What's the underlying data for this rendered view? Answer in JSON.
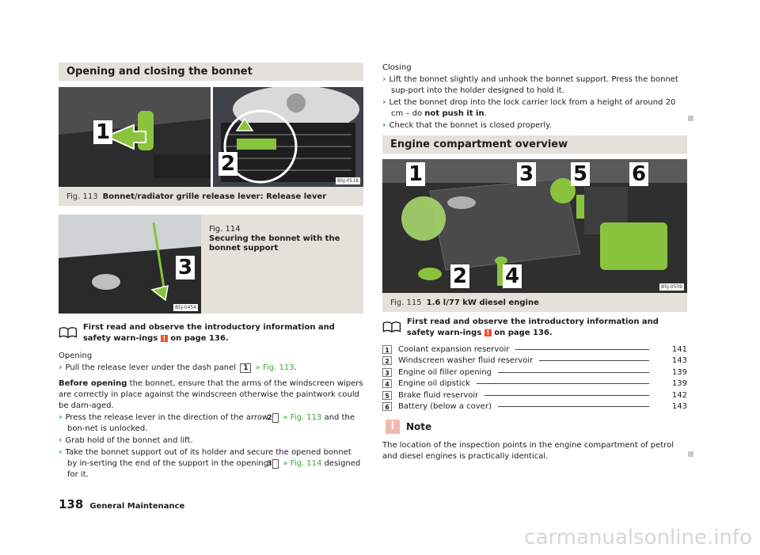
{
  "left": {
    "section_title": "Opening and closing the bonnet",
    "fig113": {
      "label": "Fig. 113",
      "caption": "Bonnet/radiator grille release lever: Release lever",
      "code": "B5J-0518",
      "callout1": "1",
      "callout2": "2"
    },
    "fig114": {
      "label": "Fig. 114",
      "caption": "Securing the bonnet with the bonnet support",
      "code": "B5J-0454",
      "callout3": "3"
    },
    "read_first": {
      "text_a": "First read and observe the introductory information and safety warn-ings",
      "text_b": "on page 136."
    },
    "opening": {
      "heading": "Opening",
      "step1_a": "Pull the release lever under the dash panel",
      "step1_box": "1",
      "step1_link": "» Fig. 113",
      "step1_end": ".",
      "before_opening_bold": "Before opening",
      "before_opening_text": "the bonnet, ensure that the arms of the windscreen wipers are correctly in place against the windscreen otherwise the paintwork could be dam-aged.",
      "step2_a": "Press the release lever in the direction of the arrow",
      "step2_box": "2",
      "step2_link": "» Fig. 113",
      "step2_b": "and the bon-net is unlocked.",
      "step3": "Grab hold of the bonnet and lift.",
      "step4_a": "Take the bonnet support out of its holder and secure the opened bonnet by in-serting the end of the support in the opening",
      "step4_box": "3",
      "step4_link": "» Fig. 114",
      "step4_b": "designed for it."
    }
  },
  "right": {
    "closing": {
      "heading": "Closing",
      "step1": "Lift the bonnet slightly and unhook the bonnet support. Press the bonnet sup-port into the holder designed to hold it.",
      "step2_a": "Let the bonnet drop into the lock carrier lock from a height of around 20 cm –",
      "step2_b": "do",
      "step2_bold": "not push it in",
      "step2_c": ".",
      "step3": "Check that the bonnet is closed properly."
    },
    "section_title": "Engine compartment overview",
    "fig115": {
      "label": "Fig. 115",
      "caption": "1.6 l/77 kW diesel engine",
      "code": "B5J-0539",
      "callouts": [
        "1",
        "3",
        "5",
        "6",
        "2",
        "4"
      ]
    },
    "read_first": {
      "text_a": "First read and observe the introductory information and safety warn-ings",
      "text_b": "on page 136."
    },
    "list": [
      {
        "num": "1",
        "label": "Coolant expansion reservoir",
        "page": "141"
      },
      {
        "num": "2",
        "label": "Windscreen washer fluid reservoir",
        "page": "143"
      },
      {
        "num": "3",
        "label": "Engine oil filler opening",
        "page": "139"
      },
      {
        "num": "4",
        "label": "Engine oil dipstick",
        "page": "139"
      },
      {
        "num": "5",
        "label": "Brake fluid reservoir",
        "page": "142"
      },
      {
        "num": "6",
        "label": "Battery (below a cover)",
        "page": "143"
      }
    ],
    "note": {
      "icon_letter": "i",
      "title": "Note",
      "text": "The location of the inspection points in the engine compartment of petrol and diesel engines is practically identical."
    }
  },
  "footer": {
    "page_number": "138",
    "section": "General Maintenance"
  },
  "watermark": "carmanualsonline.info",
  "colors": {
    "accent_green": "#3aa635",
    "header_gray": "#e4e1da",
    "warning_red": "#e9552f"
  }
}
